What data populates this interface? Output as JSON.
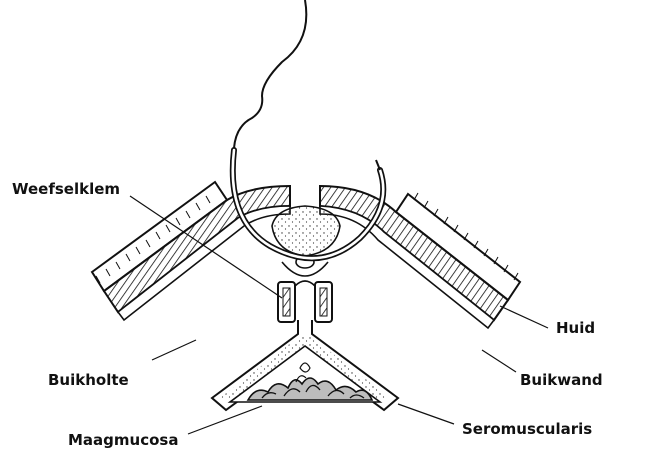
{
  "labels": {
    "weefselklem": "Weefselklem",
    "huid": "Huid",
    "buikholte": "Buikholte",
    "buikwand": "Buikwand",
    "maagmucosa": "Maagmucosa",
    "seromuscularis": "Seromuscularis"
  },
  "colors": {
    "ink": "#111111",
    "background": "#ffffff",
    "tissue_fill": "#f4f1ea"
  }
}
